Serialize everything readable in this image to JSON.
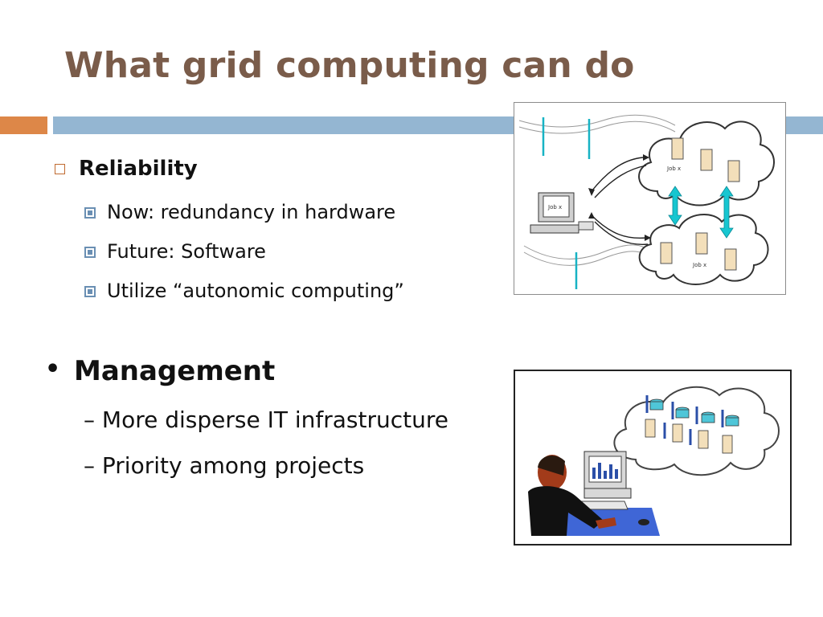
{
  "slide": {
    "title": "What grid computing can do"
  },
  "reliability": {
    "heading": "Reliability",
    "items": [
      "Now: redundancy in hardware",
      "Future: Software",
      "Utilize “autonomic computing”"
    ]
  },
  "management": {
    "heading": "Management",
    "items": [
      "More disperse IT infrastructure",
      "Priority among projects"
    ]
  },
  "figure1": {
    "job_labels": [
      "Job x",
      "Job x",
      "Job x"
    ]
  },
  "colors": {
    "title": "#7a5c4a",
    "accent_orange": "#dd8748",
    "accent_blue": "#94b6d2"
  }
}
